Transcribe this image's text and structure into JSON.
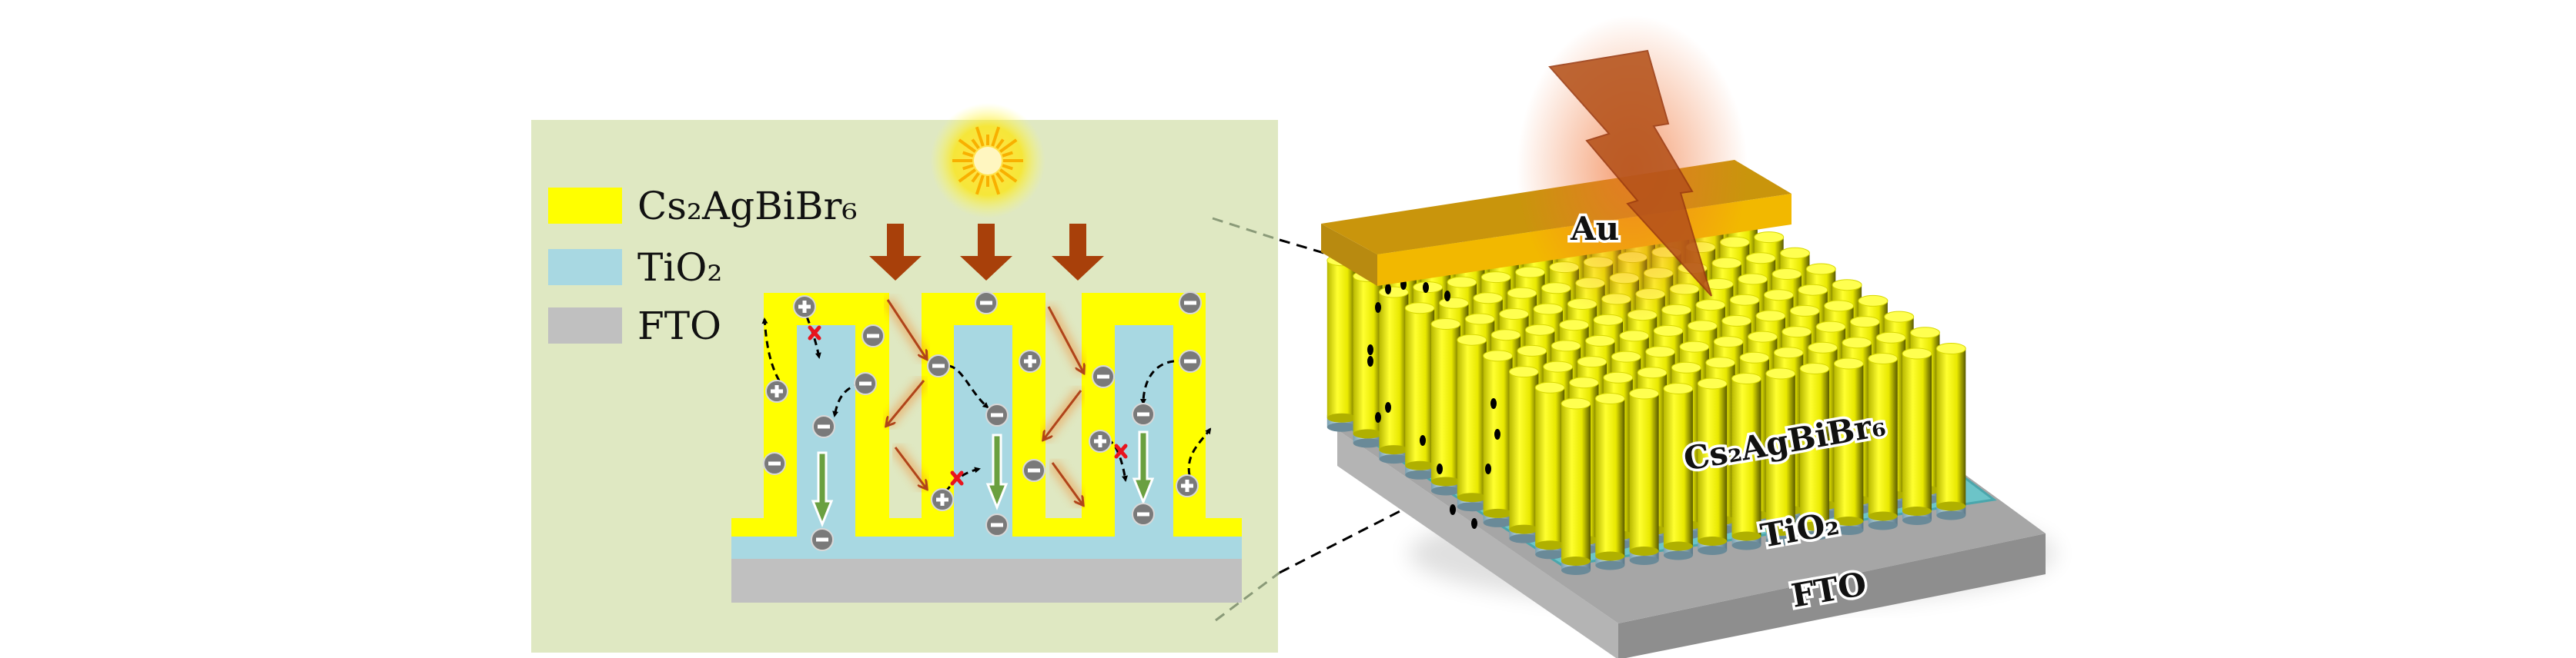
{
  "legend": {
    "items": [
      {
        "label": "Cs₂AgBiBr₆",
        "color": "#ffff00"
      },
      {
        "label": "TiO₂",
        "color": "#a8d8e2"
      },
      {
        "label": "FTO",
        "color": "#c0c0c0"
      }
    ]
  },
  "device_labels": {
    "electrode": "Au",
    "absorber": "Cs₂AgBiBr₆",
    "transport": "TiO₂",
    "substrate": "FTO"
  },
  "colors": {
    "panel_bg": "#dfe8c2",
    "perovskite": "#ffff00",
    "tio2": "#a8d8e2",
    "fto": "#c0c0c0",
    "light_arrow": "#a8400a",
    "gold": "#e6a800",
    "charge": "#7a7a7a"
  }
}
